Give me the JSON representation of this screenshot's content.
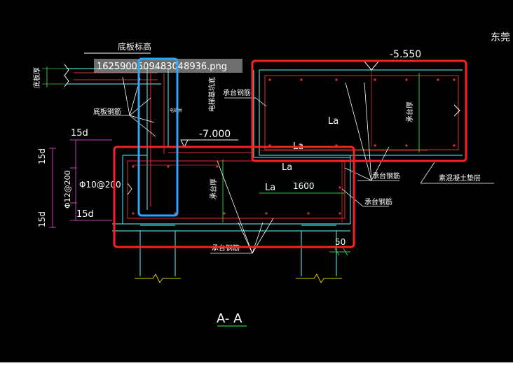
{
  "drawing": {
    "section_title": "A- A",
    "corner_text": "东莞",
    "image_tooltip": "1625900509483048936.png",
    "colors": {
      "background": "#000000",
      "white_line": "#ffffff",
      "cyan_line": "#3fd3d3",
      "red_line": "#e03030",
      "green_line": "#2ecc40",
      "magenta_line": "#c040c0",
      "yellow_line": "#d8c800",
      "red_box": "#ff2020",
      "blue_box": "#2aa8ff"
    },
    "labels": {
      "floor_elevation": "底板标高",
      "floor_thickness": "底板厚",
      "floor_rebar": "底板钢筋",
      "elevator_pit_wall": "电梯基坑底",
      "cap_rebar_top": "承台钢筋",
      "cap_rebar_right": "承台钢筋",
      "cap_rebar_mid": "承台钢筋",
      "cap_rebar_bottom": "承台钢筋",
      "cap_thickness_upper": "承台厚",
      "cap_thickness_lower": "承台厚",
      "plain_concrete": "素混凝土垫层",
      "elev_upper": "-5.550",
      "elev_lower": "-7.000",
      "dim_15d_a": "15d",
      "dim_15d_b": "15d",
      "dim_15d_c": "15d",
      "dim_15d_d": "15d",
      "rebar_phi12": "Φ12@200",
      "rebar_phi10": "Φ10@200",
      "la_1": "La",
      "la_2": "La",
      "la_3": "La",
      "la_4": "La",
      "dim_1600": "1600",
      "dim_50": "50",
      "mark_small": "电梯井"
    }
  }
}
